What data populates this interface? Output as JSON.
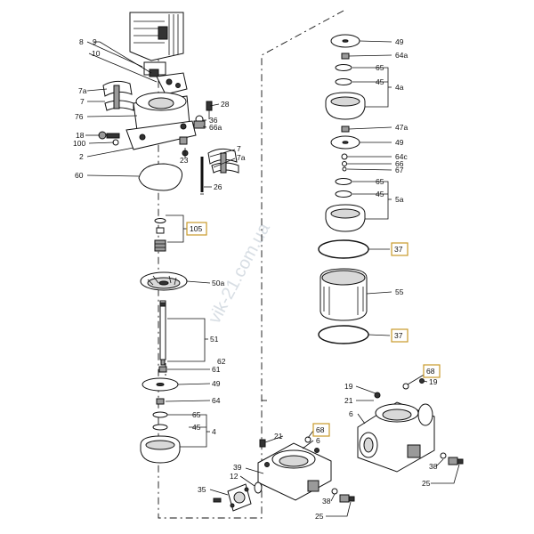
{
  "watermark": "vik-21.com.ua",
  "labels": {
    "l8": "8",
    "l9": "9",
    "l10": "10",
    "l7a_top": "7a",
    "l7": "7",
    "l76": "76",
    "l18": "18",
    "l100": "100",
    "l2": "2",
    "l23": "23",
    "l60": "60",
    "l26": "26",
    "l28": "28",
    "l36": "36",
    "l66a": "66a",
    "l7_right": "7",
    "l7a_right": "7a",
    "l105": "105",
    "l50a": "50a",
    "l51": "51",
    "l62": "62",
    "l61": "61",
    "l49_left": "49",
    "l64_left": "64",
    "l65_left": "65",
    "l45_left": "45",
    "l4_left": "4",
    "l49_top": "49",
    "l64a": "64a",
    "l65_top": "65",
    "l45_top": "45",
    "l4a": "4a",
    "l47a": "47a",
    "l49_mid": "49",
    "l64c": "64c",
    "l66": "66",
    "l67": "67",
    "l65_mid": "65",
    "l45_mid": "45",
    "l5a": "5a",
    "l37_top": "37",
    "l55": "55",
    "l37_bottom": "37",
    "l21_left": "21",
    "l68_left": "68",
    "l6_left": "6",
    "l39": "39",
    "l12": "12",
    "l35": "35",
    "l38_left": "38",
    "l25_left": "25",
    "l19_a": "19",
    "l21_right": "21",
    "l6_right": "6",
    "l68_right": "68",
    "l19_b": "19",
    "l38_right": "38",
    "l25_right": "25"
  },
  "colors": {
    "highlight_box": "#c89a2a",
    "ink": "#111111"
  }
}
